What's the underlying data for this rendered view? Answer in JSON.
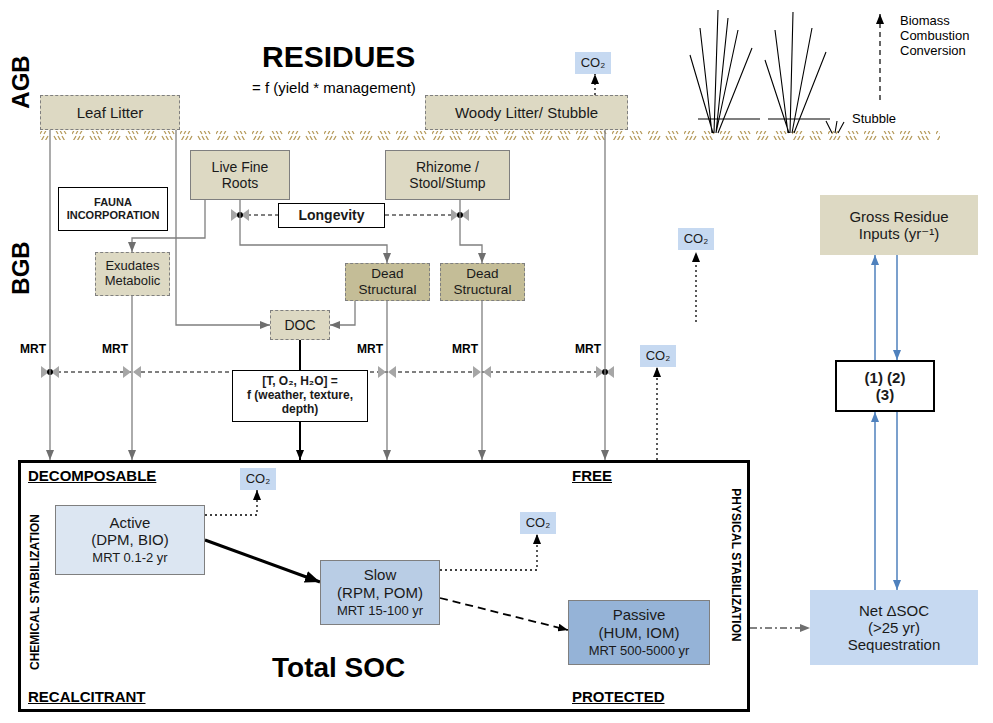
{
  "diagram": {
    "nodes": [
      {
        "text": [
          "Leaf Litter"
        ]
      },
      {
        "text": [
          "Woody Litter/ Stubble"
        ]
      },
      {
        "text": [
          "CO₂"
        ]
      },
      {
        "text": [
          "FAUNA INCORPORATION"
        ]
      },
      {
        "text": [
          "Live Fine Roots"
        ]
      },
      {
        "text": [
          "Rhizome / Stool/Stump"
        ]
      },
      {
        "text": [
          "Longevity"
        ]
      },
      {
        "text": [
          "Exudates Metabolic"
        ]
      },
      {
        "text": [
          "Dead Structural"
        ]
      },
      {
        "text": [
          "Dead Structural"
        ]
      },
      {
        "text": [
          "DOC"
        ]
      },
      {
        "text": [
          "CO₂"
        ]
      },
      {
        "text": [
          "CO₂"
        ]
      },
      {
        "text": [
          "[T, O₂, H₂O] = f (weather, texture, depth)"
        ]
      },
      {
        "text": [
          "DECOMPOSABLE",
          "FREE",
          "CHEMICAL STABILIZATION",
          "PHYSICAL STABILIZATION",
          "Total SOC",
          "RECALCITRANT",
          "PROTECTED"
        ]
      },
      {
        "text": [
          "CO₂"
        ],
        "in": 14
      },
      {
        "text": [
          "Active (DPM, BIO)",
          "MRT 0.1-2 yr"
        ],
        "in": 14
      },
      {
        "text": [
          "CO₂"
        ],
        "in": 14
      },
      {
        "text": [
          "Slow (RPM, POM)",
          "MRT 15-100 yr"
        ],
        "in": 14
      },
      {
        "text": [
          "Passive (HUM, IOM)",
          "MRT 500-5000 yr"
        ],
        "in": 14
      },
      {
        "text": [
          "Gross Residue Inputs (yr⁻¹)"
        ]
      },
      {
        "text": [
          "(1) (2) (3)"
        ]
      },
      {
        "text": [
          "Net ΔSOC (>25 yr) Sequestration"
        ]
      }
    ],
    "edges": [
      {
        "from": 0,
        "to": 14,
        "arrow": "to"
      },
      {
        "from": 0,
        "to": 10,
        "arrow": "to"
      },
      {
        "from": 1,
        "to": 2,
        "arrow": "to"
      },
      {
        "from": 4,
        "to": 7,
        "arrow": "to"
      },
      {
        "from": 4,
        "to": 8,
        "arrow": "to"
      },
      {
        "from": 5,
        "to": 9,
        "arrow": "to"
      },
      {
        "from": 8,
        "to": 10,
        "arrow": "to"
      },
      {
        "from": 7,
        "to": 14,
        "arrow": "to"
      },
      {
        "from": 8,
        "to": 14,
        "arrow": "to"
      },
      {
        "from": 9,
        "to": 14,
        "arrow": "to"
      },
      {
        "from": 1,
        "to": 14,
        "arrow": "to"
      },
      {
        "from": 10,
        "to": 13,
        "arrow": "none"
      },
      {
        "from": 13,
        "to": 14,
        "arrow": "to"
      },
      {
        "from": 16,
        "to": 15,
        "arrow": "to"
      },
      {
        "from": 16,
        "to": 18,
        "arrow": "to"
      },
      {
        "from": 18,
        "to": 17,
        "arrow": "to"
      },
      {
        "from": 18,
        "to": 19,
        "arrow": "to"
      },
      {
        "from": 14,
        "to": 22,
        "arrow": "to"
      },
      {
        "from": 21,
        "to": 20,
        "arrow": "to"
      },
      {
        "from": 20,
        "to": 21,
        "arrow": "to"
      },
      {
        "from": 22,
        "to": 21,
        "arrow": "to"
      },
      {
        "from": 21,
        "to": 22,
        "arrow": "to"
      },
      {
        "from": 14,
        "to": 12,
        "arrow": "to"
      }
    ],
    "labels": [
      "AGB",
      "RESIDUES",
      "= f (yield * management)",
      "Biomass Combustion Conversion",
      "Stubble",
      "BGB",
      "MRT",
      "MRT",
      "MRT",
      "MRT",
      "MRT"
    ]
  }
}
